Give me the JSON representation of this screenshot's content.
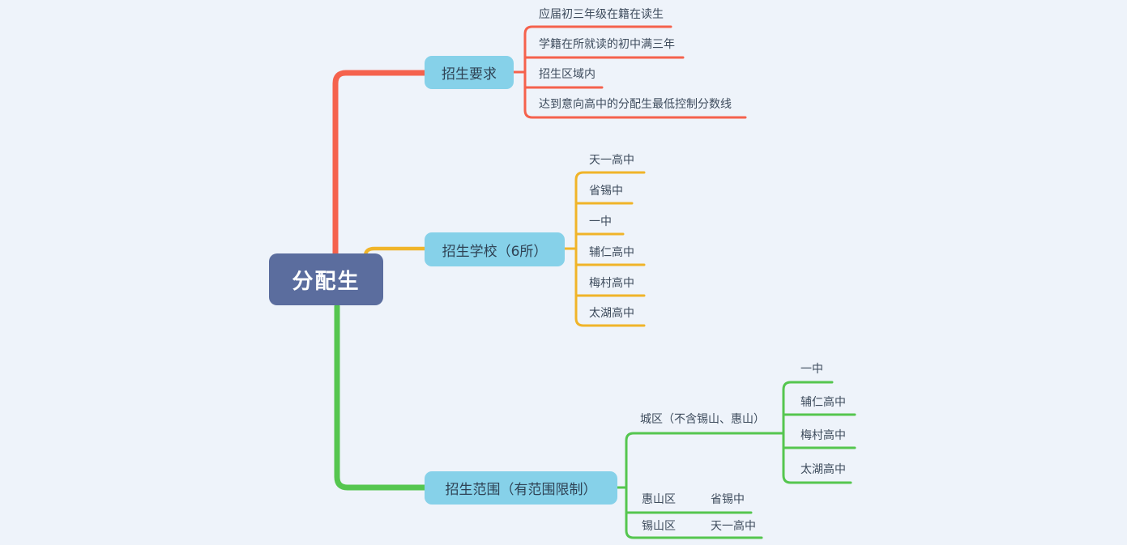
{
  "canvas": {
    "bg": "#eef3fa"
  },
  "root": {
    "label": "分配生",
    "bg": "#5b6d9e",
    "text_color": "#ffffff"
  },
  "node_bg": "#86d1e9",
  "node_text_color": "#2f4254",
  "leaf_text_color": "#3d4b5c",
  "branches": [
    {
      "label": "招生要求",
      "color": "#f5624d",
      "children": [
        "应届初三年级在籍在读生",
        "学籍在所就读的初中满三年",
        "招生区域内",
        "达到意向高中的分配生最低控制分数线"
      ]
    },
    {
      "label": "招生学校（6所）",
      "color": "#f0b429",
      "children": [
        "天一高中",
        "省锡中",
        "一中",
        "辅仁高中",
        "梅村高中",
        "太湖高中"
      ]
    },
    {
      "label": "招生范围（有范围限制）",
      "color": "#55c64f",
      "children": [
        {
          "label": "城区（不含锡山、惠山）",
          "children": [
            "一中",
            "辅仁高中",
            "梅村高中",
            "太湖高中"
          ]
        },
        {
          "label": "惠山区",
          "children": [
            "省锡中"
          ]
        },
        {
          "label": "锡山区",
          "children": [
            "天一高中"
          ]
        }
      ]
    }
  ]
}
